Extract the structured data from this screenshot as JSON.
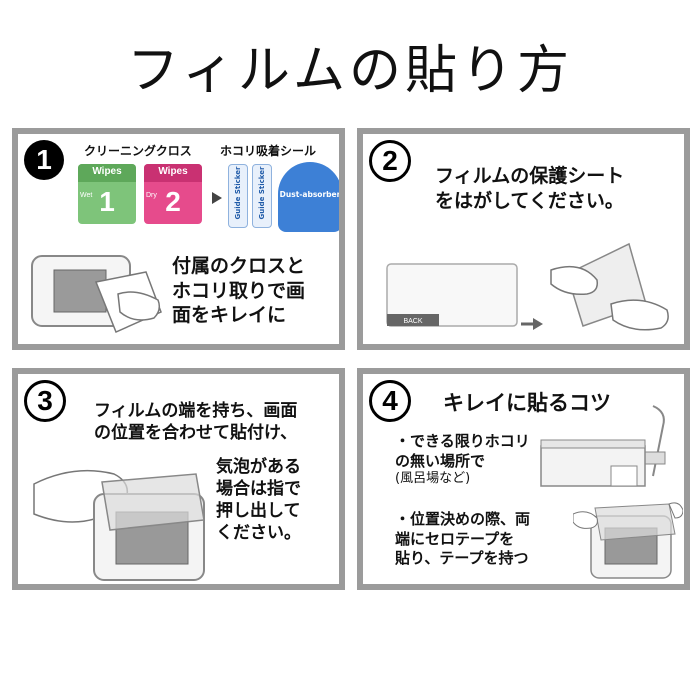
{
  "title": "フィルムの貼り方",
  "panel1": {
    "num": "1",
    "label_cloth": "クリーニングクロス",
    "label_sticker": "ホコリ吸着シール",
    "wipe1": {
      "head": "Wipes",
      "num": "1",
      "tag": "Wet"
    },
    "wipe2": {
      "head": "Wipes",
      "num": "2",
      "tag": "Dry"
    },
    "sticker1": "Guide Sticker",
    "sticker2": "Guide Sticker",
    "absorber": "Dust-absorber",
    "lines": [
      "付属のクロスと",
      "ホコリ取りで画",
      "面をキレイに"
    ]
  },
  "panel2": {
    "num": "2",
    "lines": [
      "フィルムの保護シート",
      "をはがしてください。"
    ],
    "film_tag": "BACK"
  },
  "panel3": {
    "num": "3",
    "lines": [
      "フィルムの端を持ち、画面",
      "の位置を合わせて貼付け、",
      "気泡がある",
      "場合は指で",
      "押し出して",
      "ください。"
    ]
  },
  "panel4": {
    "num": "4",
    "heading": "キレイに貼るコツ",
    "bullet1": [
      "・できる限りホコリ",
      "の無い場所で"
    ],
    "bullet1_note": "(風呂場など)",
    "bullet2": [
      "・位置決めの際、両",
      "端にセロテープを",
      "貼り、テープを持つ"
    ]
  },
  "colors": {
    "panel_border": "#9b9b9b",
    "wipe_green": "#7ec47a",
    "wipe_pink": "#e64b8c",
    "absorber_blue": "#3d80d6"
  }
}
